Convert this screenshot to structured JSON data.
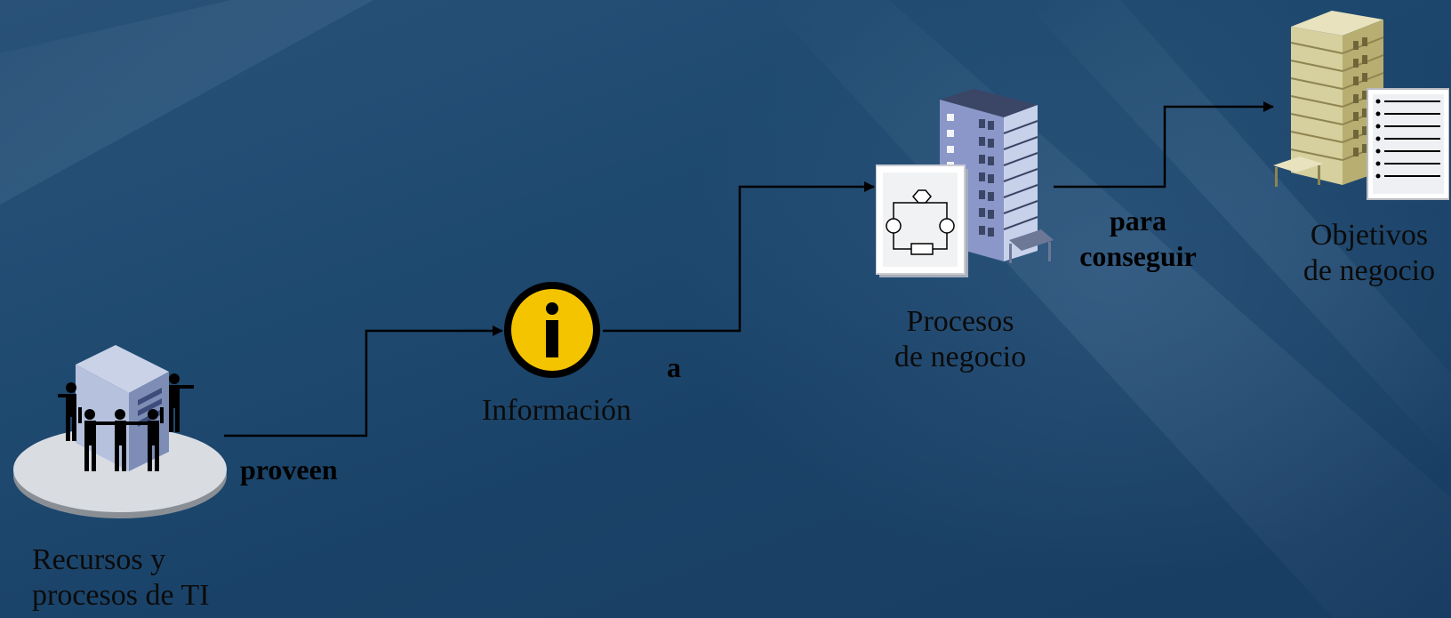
{
  "nodes": {
    "resources": {
      "line1": "Recursos y",
      "line2": "procesos de TI",
      "icon": "server-people-icon"
    },
    "information": {
      "label": "Información",
      "glyph": "i",
      "icon": "info-icon"
    },
    "processes": {
      "line1": "Procesos",
      "line2": "de negocio",
      "icon": "building-process-icon"
    },
    "objectives": {
      "line1": "Objetivos",
      "line2": "de negocio",
      "icon": "building-document-icon"
    }
  },
  "connectors": {
    "provide": "proveen",
    "to": "a",
    "achieve_line1": "para",
    "achieve_line2": "conseguir"
  },
  "colors": {
    "background": "#1f4a70",
    "text": "#0b0b0b",
    "info_yellow": "#f5c400",
    "line": "#000000"
  }
}
